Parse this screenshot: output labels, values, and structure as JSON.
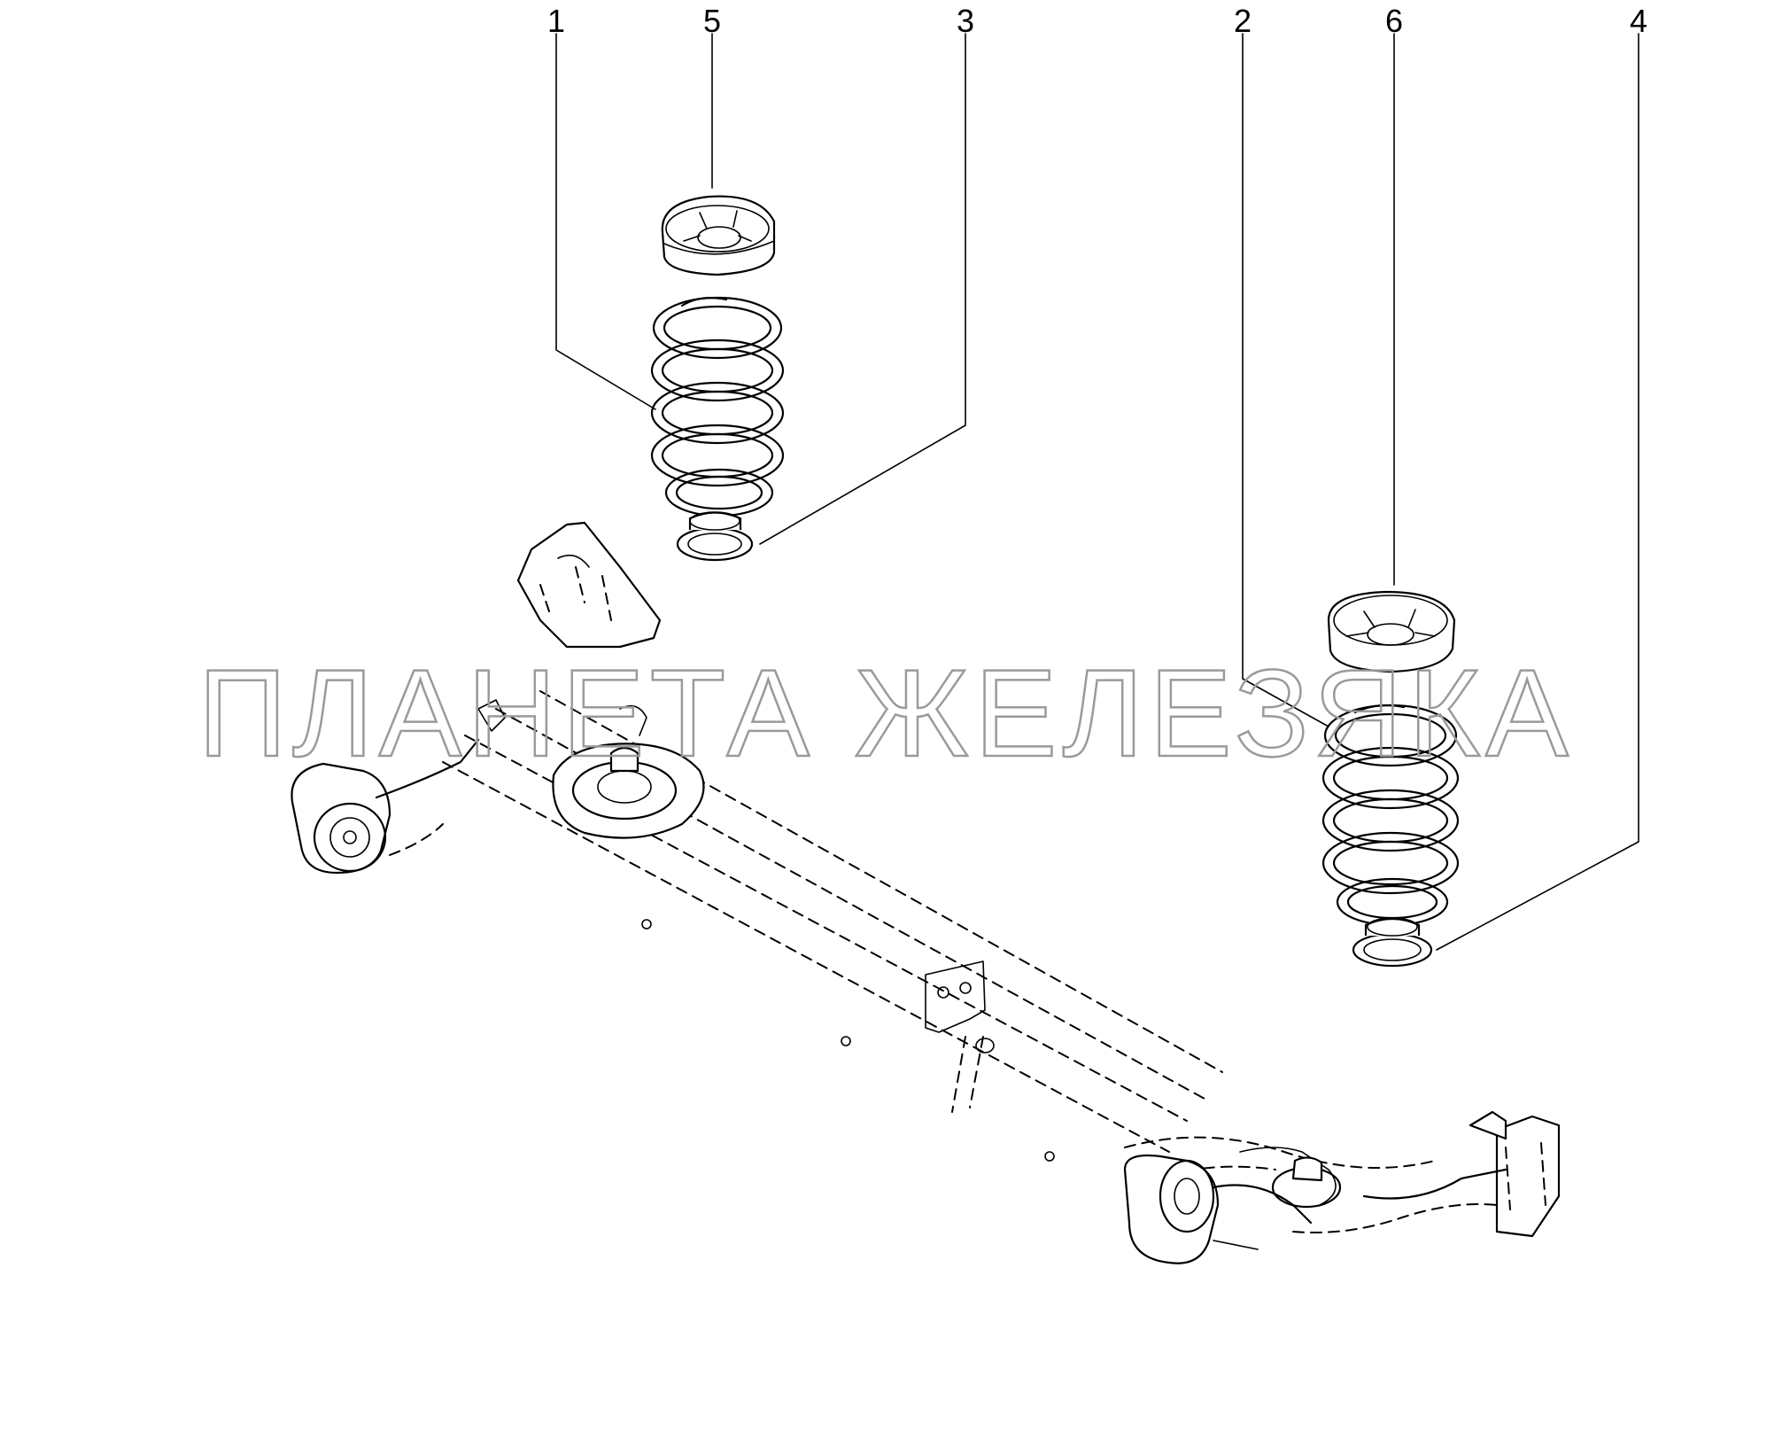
{
  "callouts": [
    {
      "id": "1",
      "label": "1"
    },
    {
      "id": "5",
      "label": "5"
    },
    {
      "id": "3",
      "label": "3"
    },
    {
      "id": "2",
      "label": "2"
    },
    {
      "id": "6",
      "label": "6"
    },
    {
      "id": "4",
      "label": "4"
    }
  ],
  "watermark": "ПЛАНЕТА ЖЕЛЕЗЯКА",
  "colors": {
    "line": "#000000",
    "watermark": "#9a9a9a",
    "background": "#ffffff"
  }
}
